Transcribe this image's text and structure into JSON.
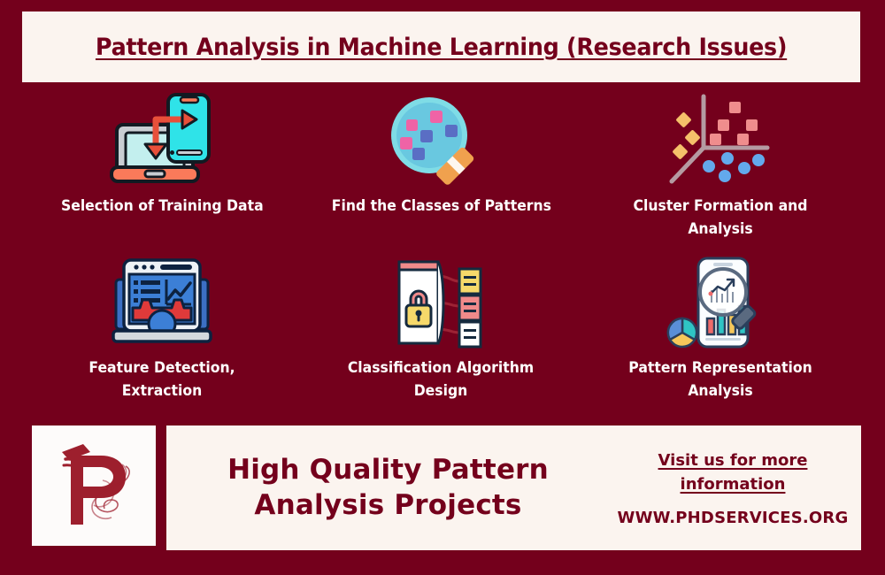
{
  "theme": {
    "background": "#74001c",
    "panel": "#fbf4ef",
    "accent": "#74001c",
    "label_text": "#ffffff"
  },
  "header": {
    "title": "Pattern Analysis in Machine Learning (Research Issues)"
  },
  "cards": [
    {
      "icon": "laptop-mobile-transfer-icon",
      "label": "Selection of Training Data"
    },
    {
      "icon": "magnifier-data-points-icon",
      "label": "Find the Classes of Patterns"
    },
    {
      "icon": "cluster-scatter-axes-icon",
      "label": "Cluster Formation and Analysis"
    },
    {
      "icon": "laptop-gear-analytics-icon",
      "label": "Feature Detection, Extraction"
    },
    {
      "icon": "locked-document-flow-icon",
      "label": "Classification Algorithm Design"
    },
    {
      "icon": "mobile-chart-magnifier-icon",
      "label": "Pattern Representation Analysis"
    }
  ],
  "footer": {
    "logo_alt": "phd-services-logo",
    "headline": "High Quality Pattern Analysis Projects",
    "visit_text": "Visit us for more information",
    "website": "WWW.PHDSERVICES.ORG"
  }
}
